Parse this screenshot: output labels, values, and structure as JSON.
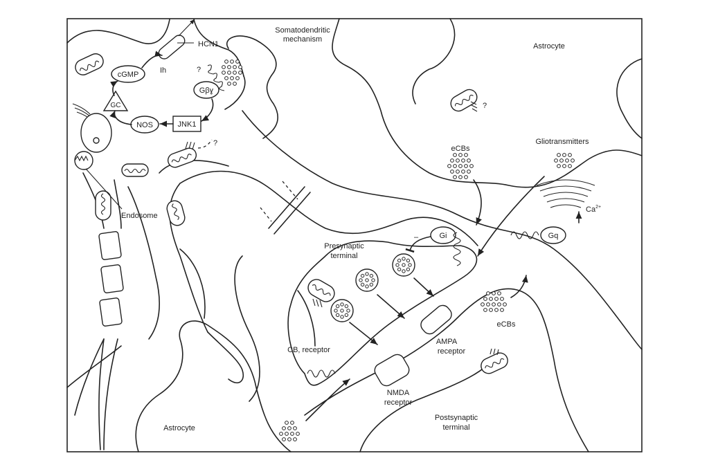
{
  "labels": {
    "somatodendritic_line1": "Somatodendritic",
    "somatodendritic_line2": "mechanism",
    "astrocyte_top": "Astrocyte",
    "astrocyte_bottom": "Astrocyte",
    "hcn1": "HCN1",
    "ih": "Ih",
    "cgmp": "cGMP",
    "gc": "GC",
    "gbetagamma": "Gβɣ",
    "nos": "NOS",
    "jnk1": "JNK1",
    "q_soma": "?",
    "q_mito_soma": "?",
    "q_mito_astro": "?",
    "endosome": "Endosome",
    "ecbs_top": "eCBs",
    "ecbs_bottom": "eCBs",
    "gliotransmitters": "Gliotransmitters",
    "ca2": "Ca",
    "ca2_sup": "2+",
    "gq": "Gq",
    "gi": "Gi",
    "minus": "–",
    "presynaptic_line1": "Presynaptic",
    "presynaptic_line2": "terminal",
    "cb_receptor": "CB, receptor",
    "ampa_line1": "AMPA",
    "ampa_line2": "receptor",
    "nmda_line1": "NMDA",
    "nmda_line2": "receptor",
    "postsynaptic_line1": "Postsynaptic",
    "postsynaptic_line2": "terminal"
  },
  "colors": {
    "stroke": "#222222",
    "background": "#ffffff"
  }
}
